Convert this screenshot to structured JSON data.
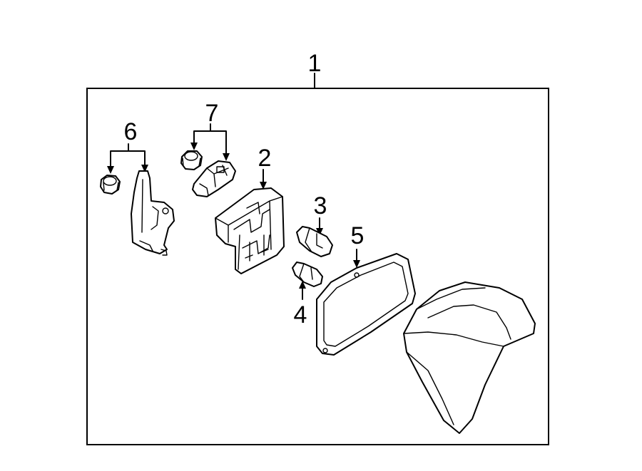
{
  "diagram": {
    "callouts": [
      {
        "id": "1"
      },
      {
        "id": "2"
      },
      {
        "id": "3"
      },
      {
        "id": "4"
      },
      {
        "id": "5"
      },
      {
        "id": "6"
      },
      {
        "id": "7"
      }
    ]
  }
}
